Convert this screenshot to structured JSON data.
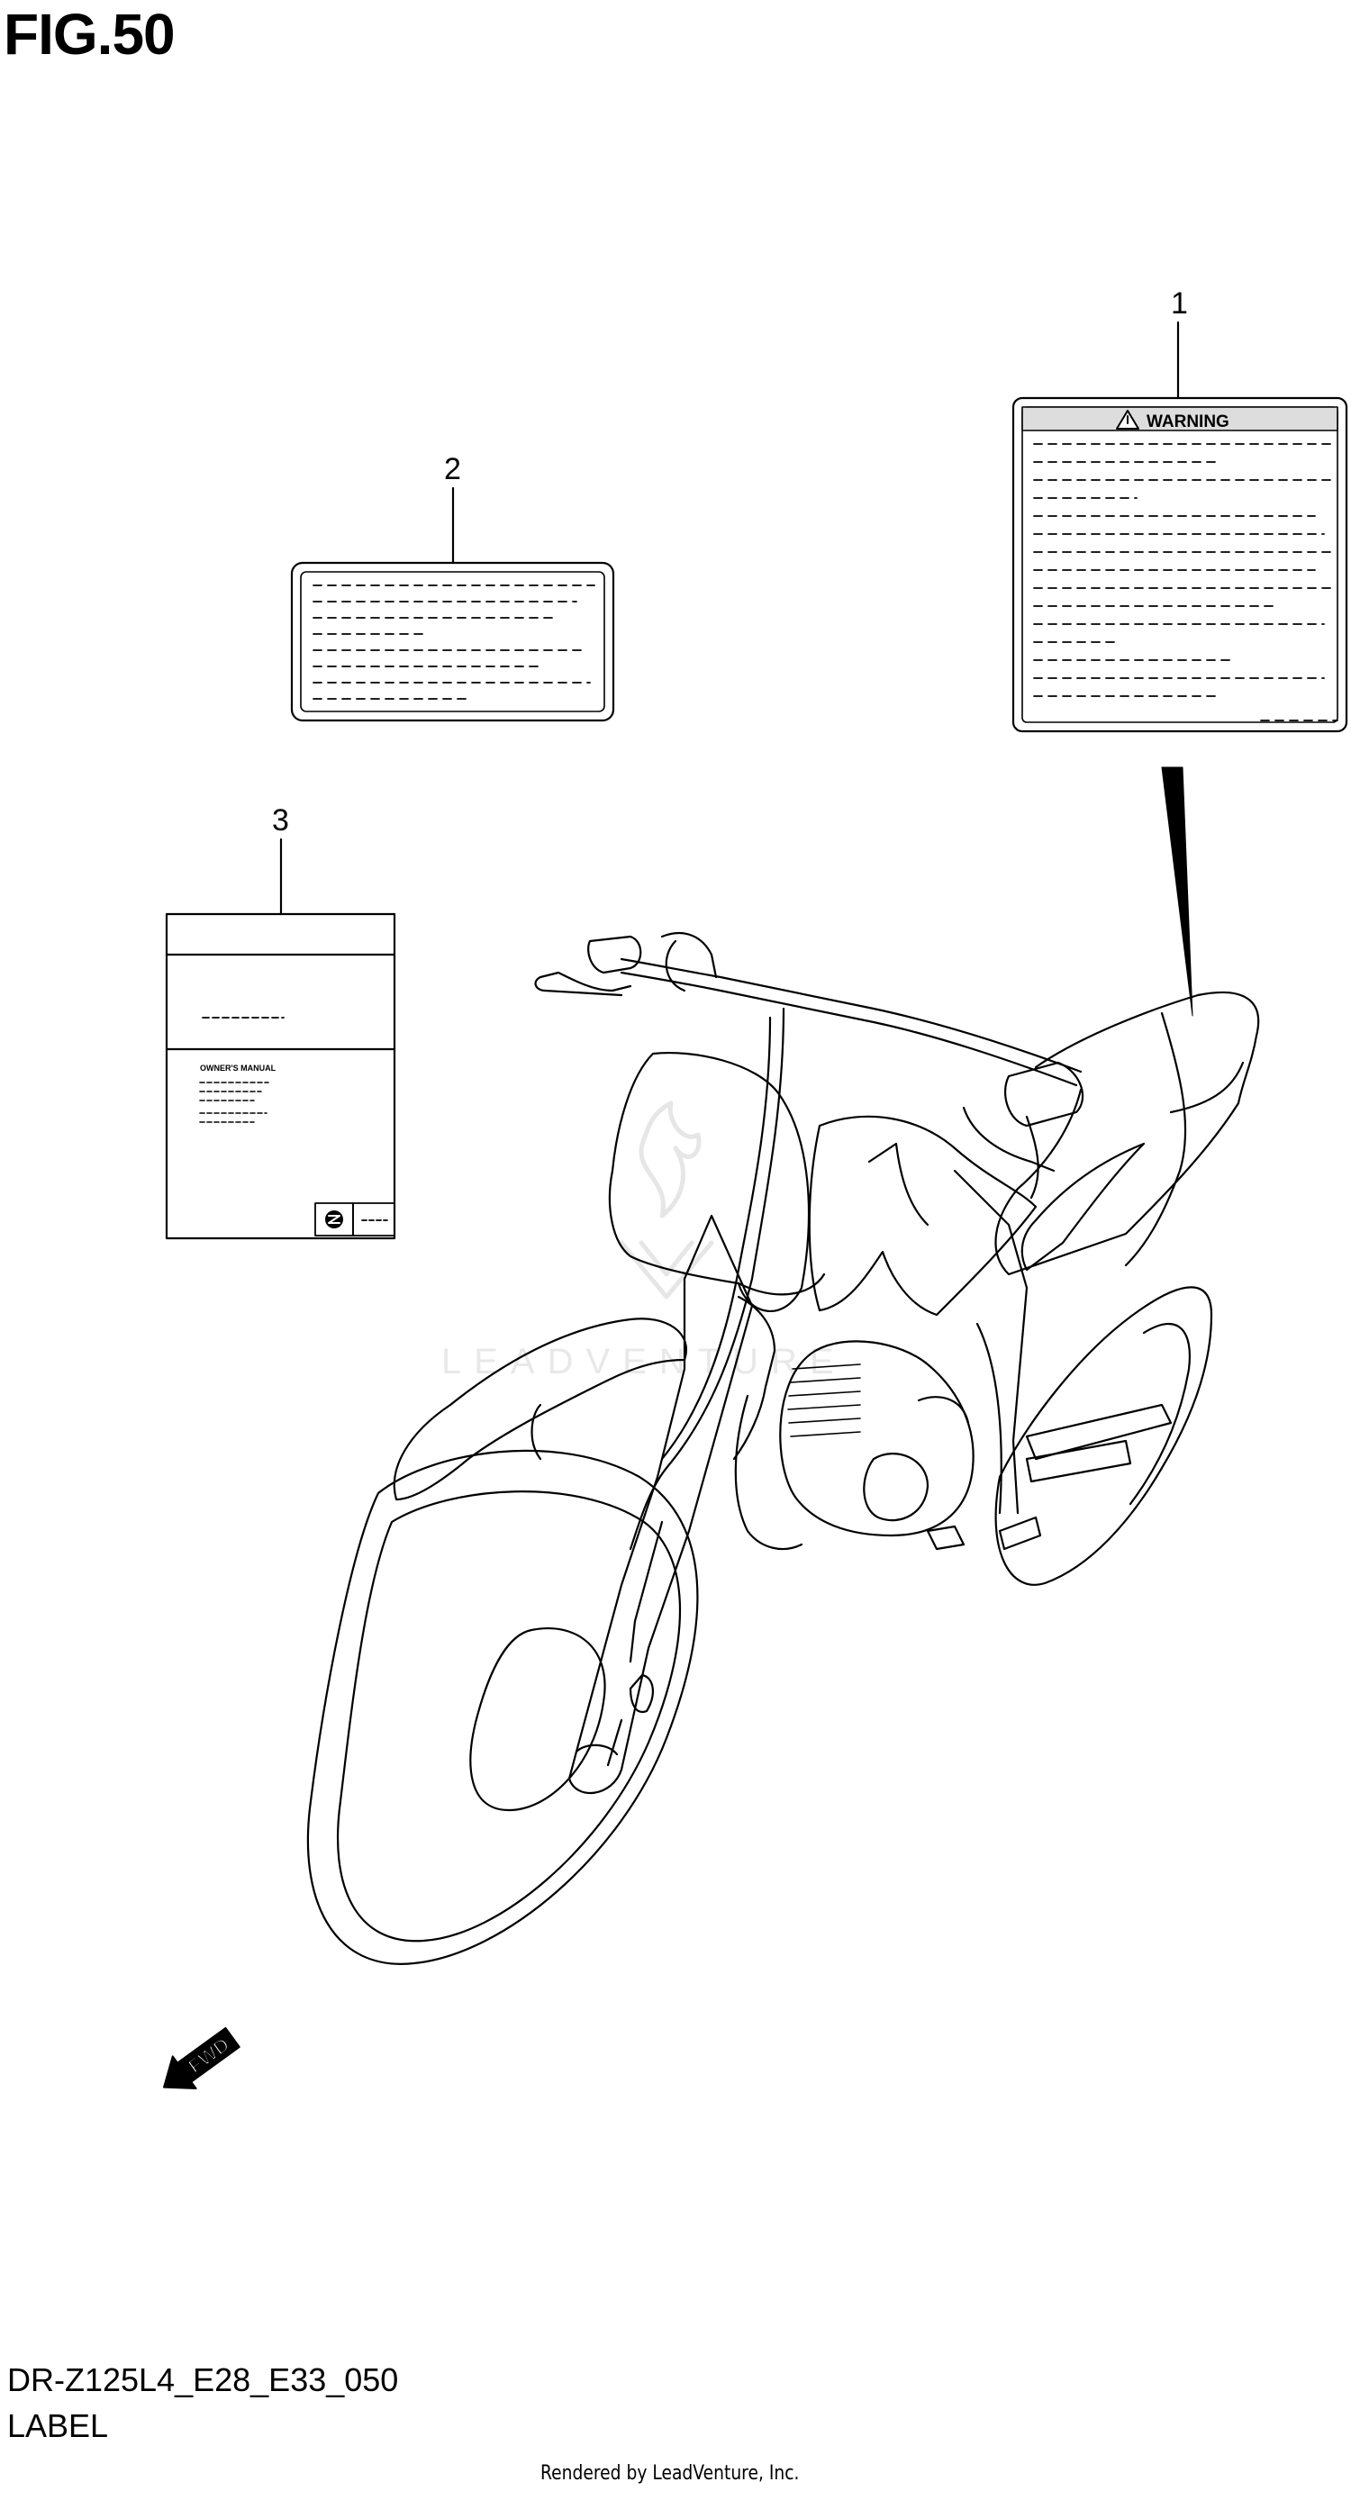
{
  "figure": {
    "title": "FIG.50",
    "model_code": "DR-Z125L4_E28_E33_050",
    "section": "LABEL",
    "footer": "Rendered by LeadVenture, Inc."
  },
  "callouts": [
    "1",
    "2",
    "3"
  ],
  "warning_label": {
    "header": "WARNING",
    "icon": "warning-triangle-icon"
  },
  "manual": {
    "title": "OWNER'S MANUAL",
    "logo": "suzuki-logo-icon"
  },
  "direction": {
    "label": "FWD",
    "icon": "forward-arrow-icon"
  },
  "watermark": {
    "text": "LEADVENTURE",
    "icon": "leadventure-logo-icon"
  },
  "colors": {
    "line": "#000000",
    "background": "#ffffff",
    "watermark": "#e6e6e6"
  }
}
